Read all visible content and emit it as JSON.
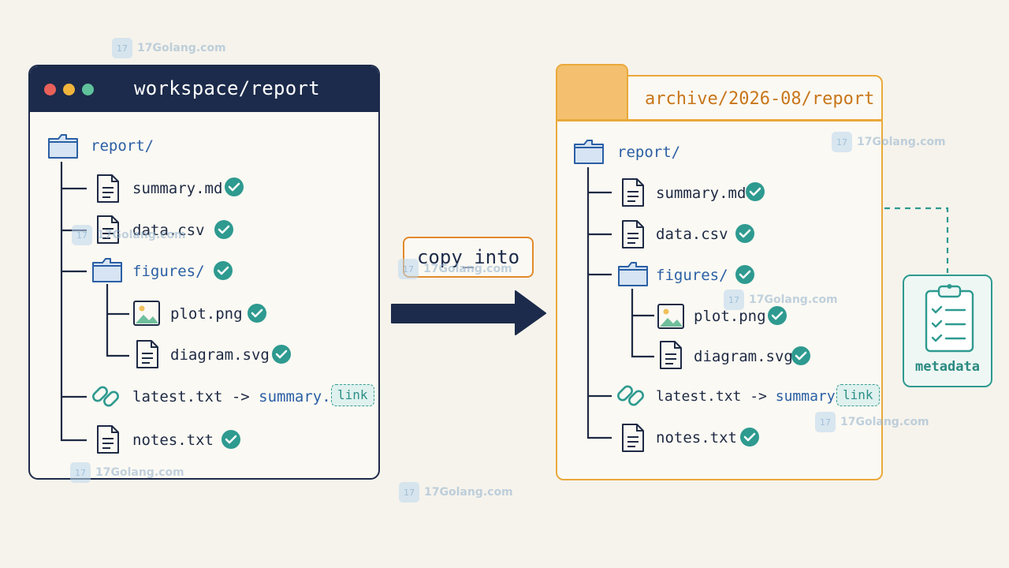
{
  "source": {
    "title": "workspace/report",
    "root": "report/",
    "items": [
      {
        "name": "summary.md"
      },
      {
        "name": "data.csv"
      },
      {
        "name": "figures/"
      },
      {
        "name": "plot.png"
      },
      {
        "name": "diagram.svg"
      },
      {
        "name": "latest.txt ->",
        "target": "summary.md",
        "badge": "link"
      },
      {
        "name": "notes.txt"
      }
    ]
  },
  "operation": {
    "label": "copy_into"
  },
  "destination": {
    "title": "archive/2026-08/report",
    "root": "report/",
    "items": [
      {
        "name": "summary.md"
      },
      {
        "name": "data.csv"
      },
      {
        "name": "figures/"
      },
      {
        "name": "plot.png"
      },
      {
        "name": "diagram.svg"
      },
      {
        "name": "latest.txt ->",
        "target": "summary.md",
        "badge": "link"
      },
      {
        "name": "notes.txt"
      }
    ]
  },
  "metadata": {
    "label": "metadata"
  },
  "watermark": {
    "text": "17Golang.com",
    "logo": "17"
  },
  "colors": {
    "navy": "#1c2b4b",
    "orange": "#e9a93a",
    "teal": "#2e9a90",
    "folder_blue": "#2a5fa5"
  }
}
